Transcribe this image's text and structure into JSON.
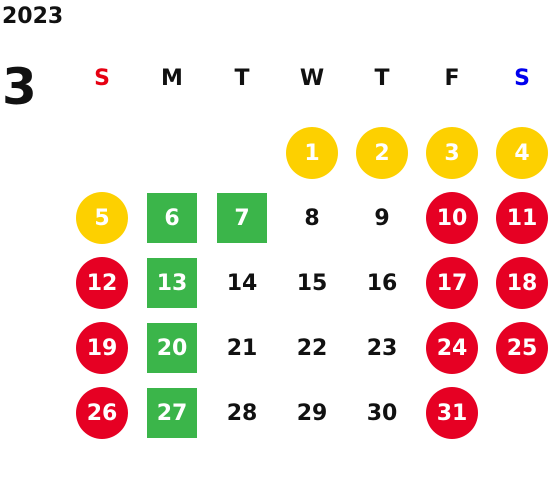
{
  "calendar": {
    "year": "2023",
    "month": "3",
    "weekdays": [
      {
        "label": "S",
        "color": "#e60012"
      },
      {
        "label": "M",
        "color": "#111111"
      },
      {
        "label": "T",
        "color": "#111111"
      },
      {
        "label": "W",
        "color": "#111111"
      },
      {
        "label": "T",
        "color": "#111111"
      },
      {
        "label": "F",
        "color": "#111111"
      },
      {
        "label": "S",
        "color": "#0000ee"
      }
    ],
    "first_weekday_index": 3,
    "days": [
      {
        "day": "1",
        "style": "circle",
        "color": "#fdd000"
      },
      {
        "day": "2",
        "style": "circle",
        "color": "#fdd000"
      },
      {
        "day": "3",
        "style": "circle",
        "color": "#fdd000"
      },
      {
        "day": "4",
        "style": "circle",
        "color": "#fdd000"
      },
      {
        "day": "5",
        "style": "circle",
        "color": "#fdd000"
      },
      {
        "day": "6",
        "style": "square",
        "color": "#3bb54a"
      },
      {
        "day": "7",
        "style": "square",
        "color": "#3bb54a"
      },
      {
        "day": "8",
        "style": "plain"
      },
      {
        "day": "9",
        "style": "plain"
      },
      {
        "day": "10",
        "style": "circle",
        "color": "#e60023"
      },
      {
        "day": "11",
        "style": "circle",
        "color": "#e60023"
      },
      {
        "day": "12",
        "style": "circle",
        "color": "#e60023"
      },
      {
        "day": "13",
        "style": "square",
        "color": "#3bb54a"
      },
      {
        "day": "14",
        "style": "plain"
      },
      {
        "day": "15",
        "style": "plain"
      },
      {
        "day": "16",
        "style": "plain"
      },
      {
        "day": "17",
        "style": "circle",
        "color": "#e60023"
      },
      {
        "day": "18",
        "style": "circle",
        "color": "#e60023"
      },
      {
        "day": "19",
        "style": "circle",
        "color": "#e60023"
      },
      {
        "day": "20",
        "style": "square",
        "color": "#3bb54a"
      },
      {
        "day": "21",
        "style": "plain"
      },
      {
        "day": "22",
        "style": "plain"
      },
      {
        "day": "23",
        "style": "plain"
      },
      {
        "day": "24",
        "style": "circle",
        "color": "#e60023"
      },
      {
        "day": "25",
        "style": "circle",
        "color": "#e60023"
      },
      {
        "day": "26",
        "style": "circle",
        "color": "#e60023"
      },
      {
        "day": "27",
        "style": "square",
        "color": "#3bb54a"
      },
      {
        "day": "28",
        "style": "plain"
      },
      {
        "day": "29",
        "style": "plain"
      },
      {
        "day": "30",
        "style": "plain"
      },
      {
        "day": "31",
        "style": "circle",
        "color": "#e60023"
      }
    ]
  }
}
